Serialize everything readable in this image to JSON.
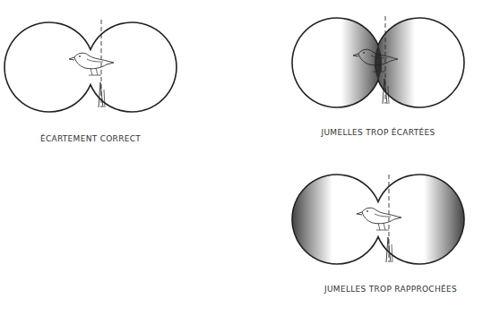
{
  "diagram": {
    "labels": [
      "ÉCARTEMENT CORRECT",
      "JUMELLES TROP ÉCARTÉES",
      "JUMELLES TROP RAPPROCHÉES"
    ]
  }
}
